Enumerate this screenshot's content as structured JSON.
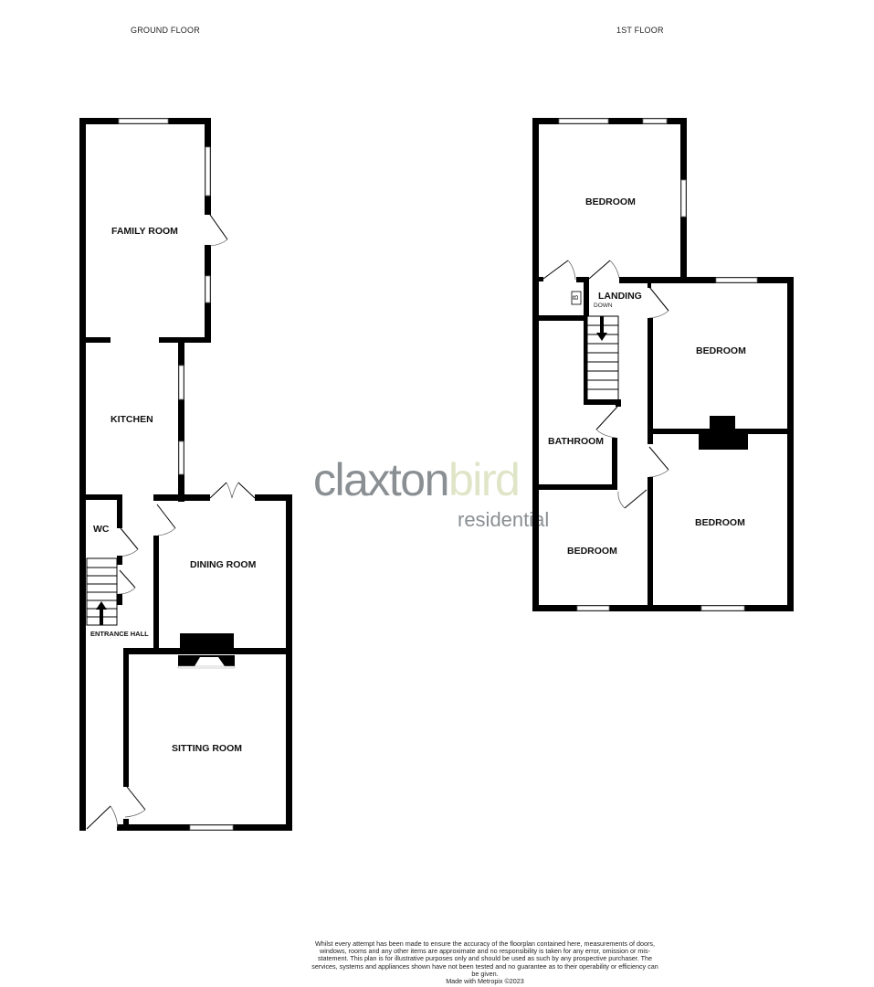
{
  "floors": {
    "ground": {
      "title": "GROUND FLOOR",
      "rooms": {
        "family_room": "FAMILY ROOM",
        "kitchen": "KITCHEN",
        "wc": "WC",
        "dining_room": "DINING ROOM",
        "entrance_hall": "ENTRANCE HALL",
        "sitting_room": "SITTING ROOM"
      }
    },
    "first": {
      "title": "1ST FLOOR",
      "rooms": {
        "bedroom_rear": "BEDROOM",
        "landing": "LANDING",
        "stairs_down": "DOWN",
        "boiler": "B",
        "bedroom_middle": "BEDROOM",
        "bathroom": "BATHROOM",
        "bedroom_front_small": "BEDROOM",
        "bedroom_front_large": "BEDROOM"
      }
    }
  },
  "logo": {
    "part1": "claxton",
    "part2": "bird",
    "sub": "residential",
    "colors": {
      "grey": "#8a8f93",
      "green": "#dfe5c6"
    }
  },
  "disclaimer": {
    "text": "Whilst every attempt has been made to ensure the accuracy of the floorplan contained here, measurements of doors, windows, rooms and any other items are approximate and no responsibility is taken for any error, omission or mis-statement. This plan is for illustrative purposes only and should be used as such by any prospective purchaser. The services, systems and appliances shown have not been tested and no guarantee as to their operability or efficiency can be given.",
    "credit": "Made with Metropix ©2023"
  }
}
